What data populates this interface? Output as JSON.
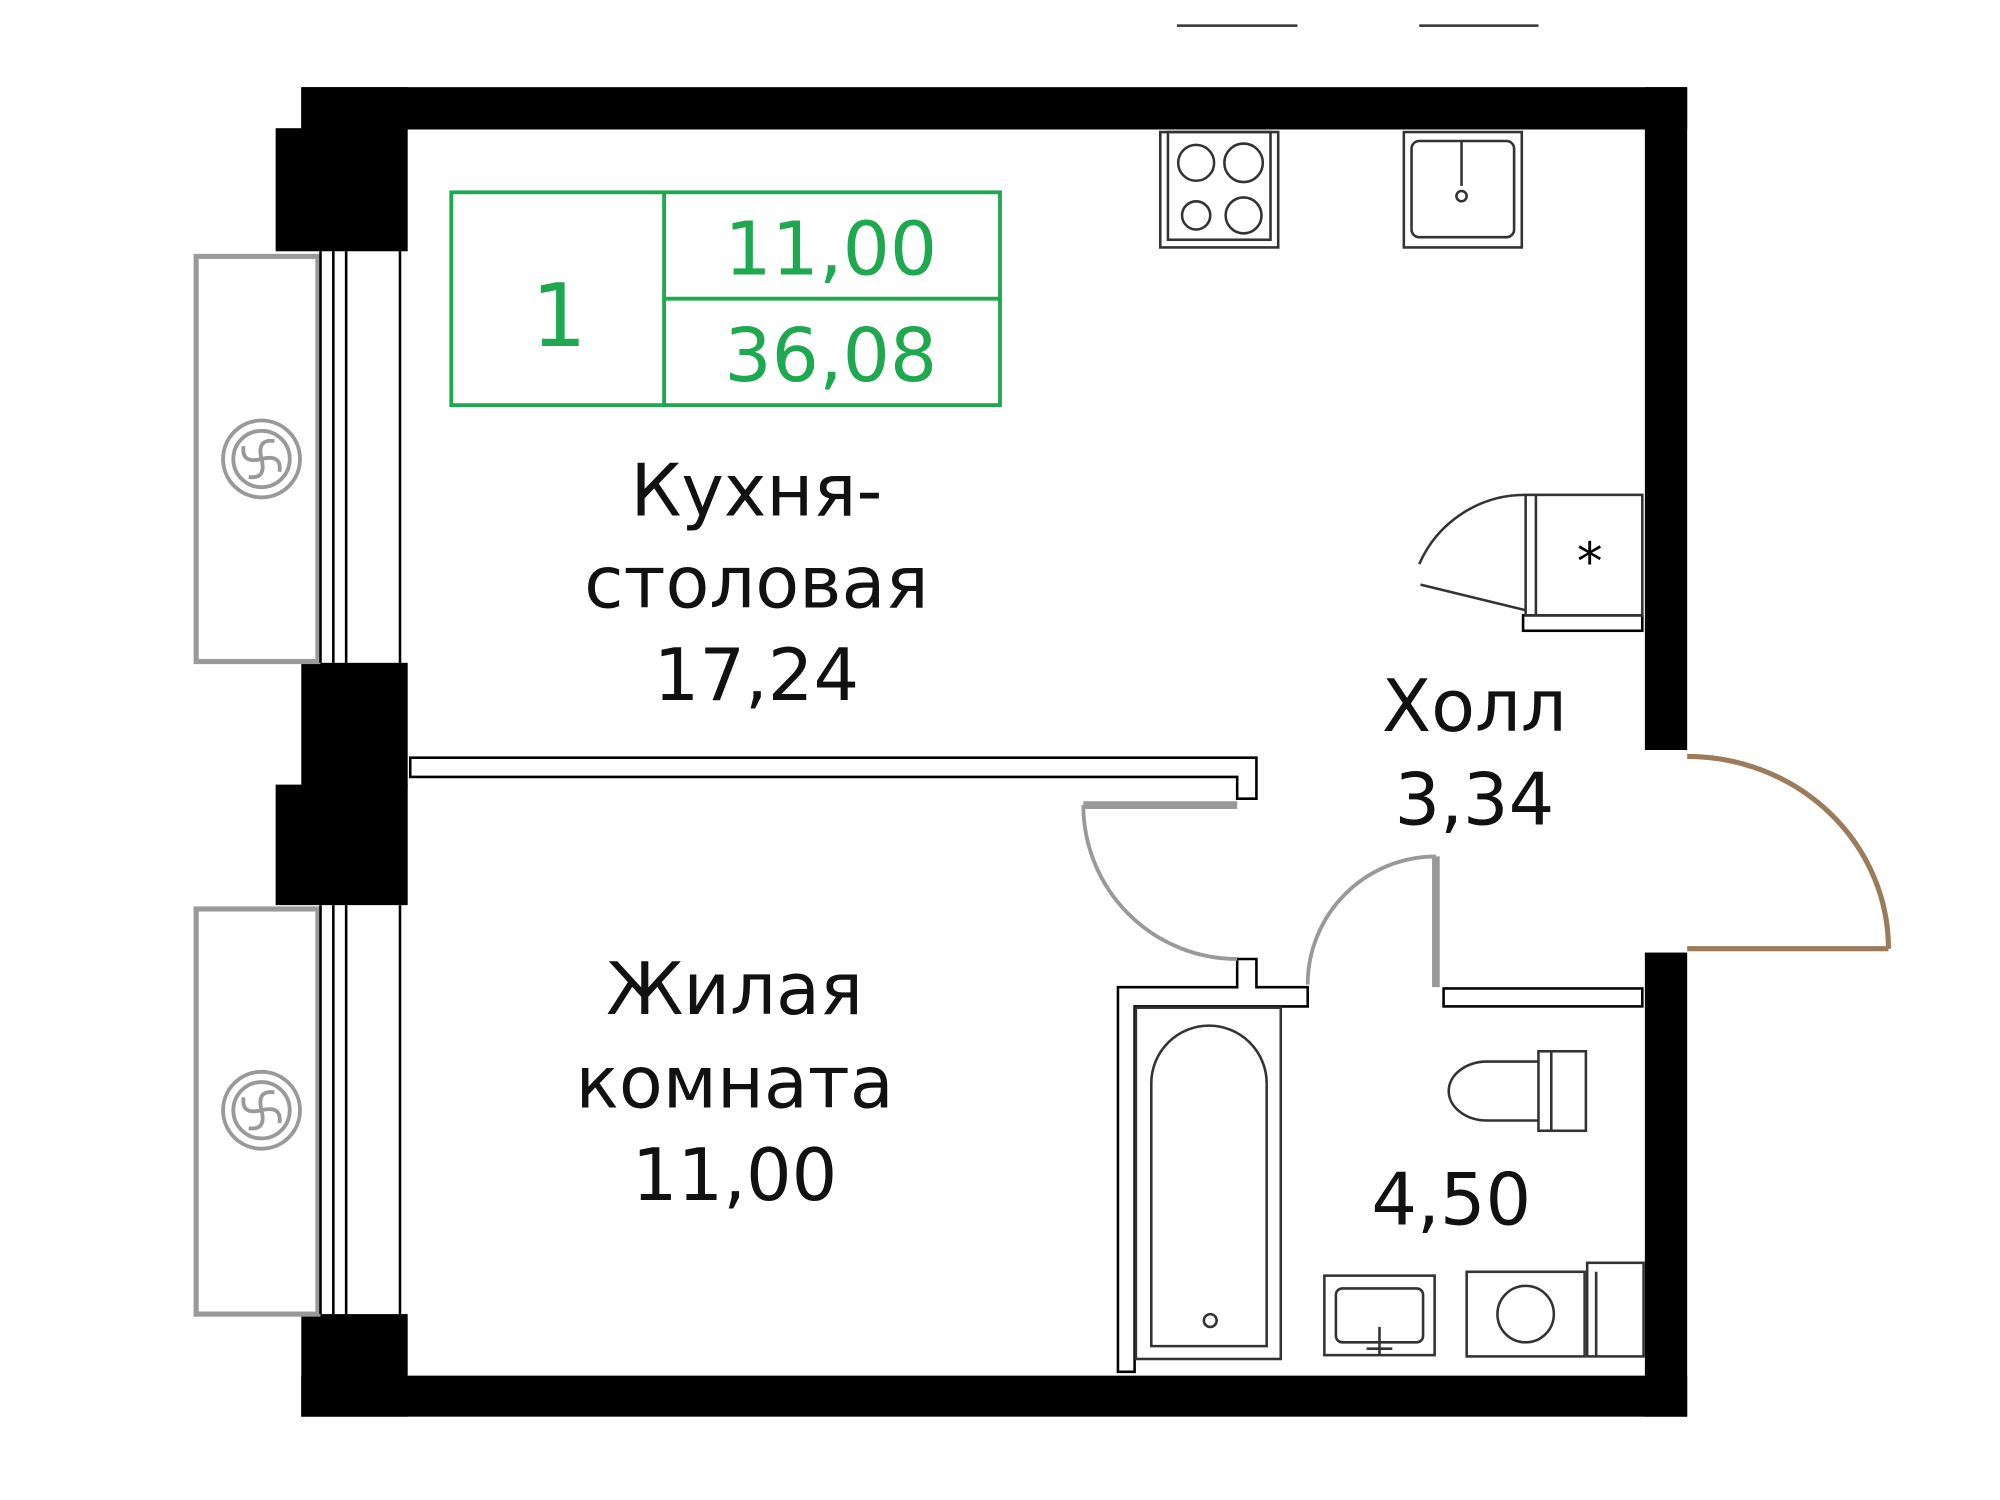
{
  "summary_box": {
    "rooms_count": "1",
    "living_area": "11,00",
    "total_area": "36,08"
  },
  "rooms": {
    "kitchen": {
      "label_line1": "Кухня-",
      "label_line2": "столовая",
      "area": "17,24"
    },
    "hall": {
      "label": "Холл",
      "area": "3,34"
    },
    "living": {
      "label_line1": "Жилая",
      "label_line2": "комната",
      "area": "11,00"
    },
    "bathroom": {
      "area": "4,50"
    }
  },
  "colors": {
    "accent": "#1ea84f",
    "wall": "#000000",
    "fixture": "#888888",
    "entrance_door": "#9c7b5a"
  }
}
